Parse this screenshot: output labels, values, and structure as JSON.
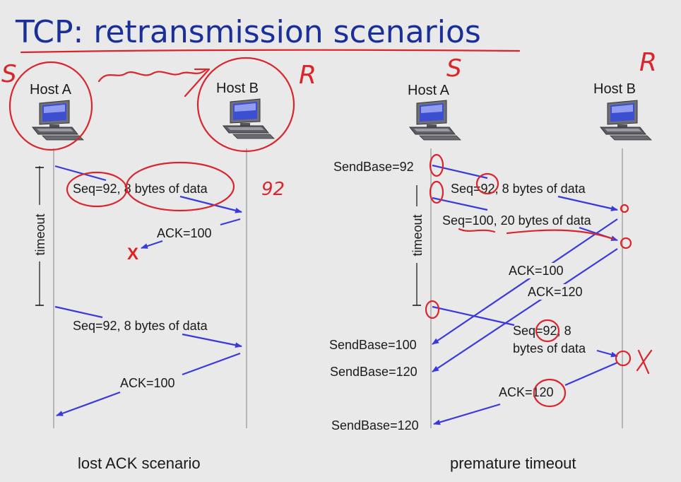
{
  "title": "TCP: retransmission scenarios",
  "colors": {
    "title": "#1b2f9a",
    "arrow": "#3a3adc",
    "annotation": "#d8262c",
    "background": "#e9e9e9"
  },
  "left_scenario": {
    "host_a": "Host A",
    "host_b": "Host B",
    "timeout_label": "timeout",
    "msg1": "Seq=92, 8 bytes of data",
    "ack1": "ACK=100",
    "msg2": "Seq=92, 8 bytes of data",
    "ack2": "ACK=100",
    "caption": "lost ACK scenario",
    "lost_marker": "X"
  },
  "right_scenario": {
    "host_a": "Host A",
    "host_b": "Host B",
    "timeout_label": "timeout",
    "sendbase_92": "SendBase=92",
    "msg1": "Seq=92, 8 bytes of data",
    "msg2": "Seq=100, 20 bytes of data",
    "ack1": "ACK=100",
    "ack2": "ACK=120",
    "retx_line1": "Seq=92, 8",
    "retx_line2": "bytes of data",
    "sendbase_100": "SendBase=100",
    "sendbase_120a": "SendBase=120",
    "ack3": "ACK=120",
    "sendbase_120b": "SendBase=120",
    "caption": "premature timeout"
  },
  "handwriting": {
    "s_left": "S",
    "r_left": "R",
    "s_right": "S",
    "r_right": "R",
    "num_92": "92"
  }
}
